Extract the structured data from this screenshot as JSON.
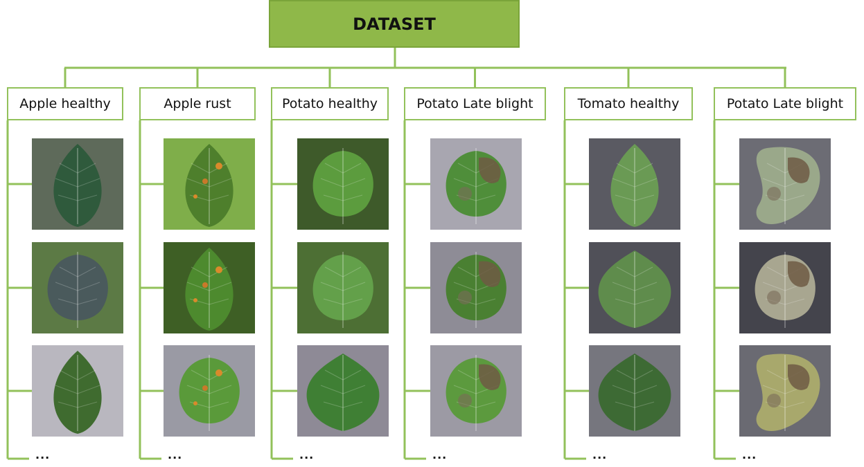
{
  "root": {
    "label": "DATASET"
  },
  "colors": {
    "root_fill": "#8fb849",
    "connector": "#92c15a"
  },
  "categories": [
    {
      "label": "Apple healthy",
      "images": [
        {
          "bg": "#5e6a5a",
          "leaf": "#2f5a3c",
          "shape": "ovate",
          "spots": "none"
        },
        {
          "bg": "#5c7a45",
          "leaf": "#4a5a5c",
          "shape": "round",
          "spots": "none"
        },
        {
          "bg": "#b9b7bf",
          "leaf": "#3f6b2f",
          "shape": "ovate",
          "spots": "none"
        }
      ],
      "more": "..."
    },
    {
      "label": "Apple rust",
      "images": [
        {
          "bg": "#7fae4a",
          "leaf": "#4e7f2c",
          "shape": "ovate",
          "spots": "orange"
        },
        {
          "bg": "#3e5f25",
          "leaf": "#4d8a2e",
          "shape": "ovate",
          "spots": "orange"
        },
        {
          "bg": "#9a9aa4",
          "leaf": "#5a9a3a",
          "shape": "round",
          "spots": "orange"
        }
      ],
      "more": "..."
    },
    {
      "label": "Potato healthy",
      "images": [
        {
          "bg": "#3e5a2a",
          "leaf": "#5c9c3e",
          "shape": "round",
          "spots": "none"
        },
        {
          "bg": "#4d6f34",
          "leaf": "#63a04a",
          "shape": "round",
          "spots": "none"
        },
        {
          "bg": "#8e8a96",
          "leaf": "#3f7f34",
          "shape": "heart",
          "spots": "none"
        }
      ],
      "more": "..."
    },
    {
      "label": "Potato Late blight",
      "images": [
        {
          "bg": "#a8a6b0",
          "leaf": "#4f8e3a",
          "shape": "round",
          "spots": "brown"
        },
        {
          "bg": "#8e8c96",
          "leaf": "#4a8032",
          "shape": "round",
          "spots": "brown"
        },
        {
          "bg": "#9c9aa4",
          "leaf": "#5c9a3e",
          "shape": "round",
          "spots": "brown"
        }
      ],
      "more": "..."
    },
    {
      "label": "Tomato healthy",
      "images": [
        {
          "bg": "#5a5a62",
          "leaf": "#6a9a54",
          "shape": "ovate",
          "spots": "none"
        },
        {
          "bg": "#505058",
          "leaf": "#5f8c4c",
          "shape": "heart",
          "spots": "none"
        },
        {
          "bg": "#76767e",
          "leaf": "#3d6a34",
          "shape": "heart",
          "spots": "none"
        }
      ],
      "more": "..."
    },
    {
      "label": "Potato Late blight",
      "images": [
        {
          "bg": "#6c6c74",
          "leaf": "#9aa88a",
          "shape": "curl",
          "spots": "brown"
        },
        {
          "bg": "#44444c",
          "leaf": "#a8a690",
          "shape": "round",
          "spots": "brown"
        },
        {
          "bg": "#6a6a72",
          "leaf": "#a8a86c",
          "shape": "curl",
          "spots": "brown"
        }
      ],
      "more": "..."
    }
  ]
}
